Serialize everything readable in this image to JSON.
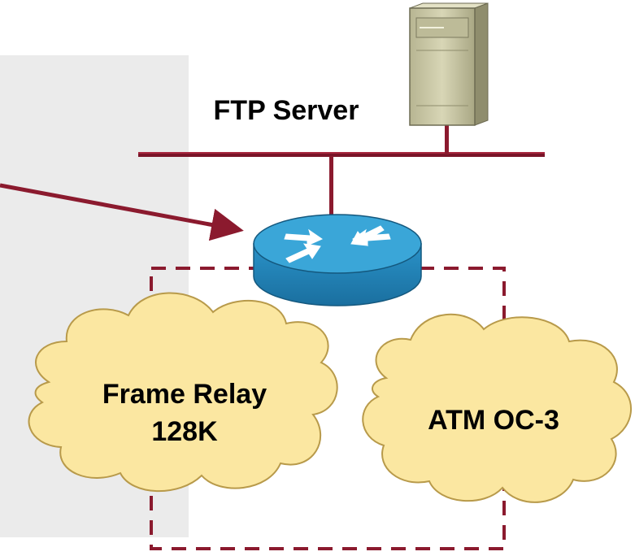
{
  "labels": {
    "ftp_server": "FTP Server",
    "frame_relay_line1": "Frame Relay",
    "frame_relay_line2": "128K",
    "atm": "ATM OC-3"
  },
  "colors": {
    "panel": "#ebebeb",
    "ethernet": "#8b1a2e",
    "arrow": "#8b1a2e",
    "dash_box": "#8b1a2e",
    "cloud_fill": "#fbe7a1",
    "cloud_stroke": "#b89a4a",
    "router_top": "#3aa6d8",
    "router_side": "#1f7fb6",
    "server_body": "#c9c7a4"
  },
  "icons": {
    "server": "server-tower-icon",
    "router": "router-icon",
    "cloud": "cloud-icon"
  }
}
